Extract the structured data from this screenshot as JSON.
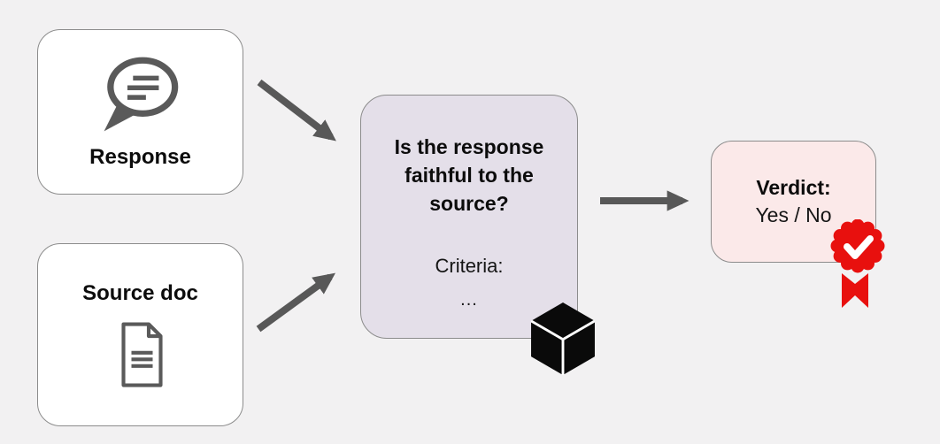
{
  "diagram": {
    "response_node": {
      "label": "Response",
      "icon": "speech-bubble-icon"
    },
    "source_node": {
      "label": "Source doc",
      "icon": "document-icon"
    },
    "judge_node": {
      "question": "Is the response faithful to the source?",
      "criteria_label": "Criteria:",
      "criteria_ellipsis": "...",
      "icon": "cube-icon"
    },
    "verdict_node": {
      "label": "Verdict:",
      "value": "Yes / No",
      "icon": "award-ribbon-icon"
    }
  },
  "colors": {
    "background": "#f2f1f2",
    "node_fill": "#ffffff",
    "node_border": "#8c8c8c",
    "judge_fill": "#e4dfe9",
    "verdict_fill": "#fbe9e9",
    "arrow_gray": "#585858",
    "icon_gray": "#5a5a5a",
    "badge_red": "#e8100e",
    "text": "#0c0c0c"
  }
}
